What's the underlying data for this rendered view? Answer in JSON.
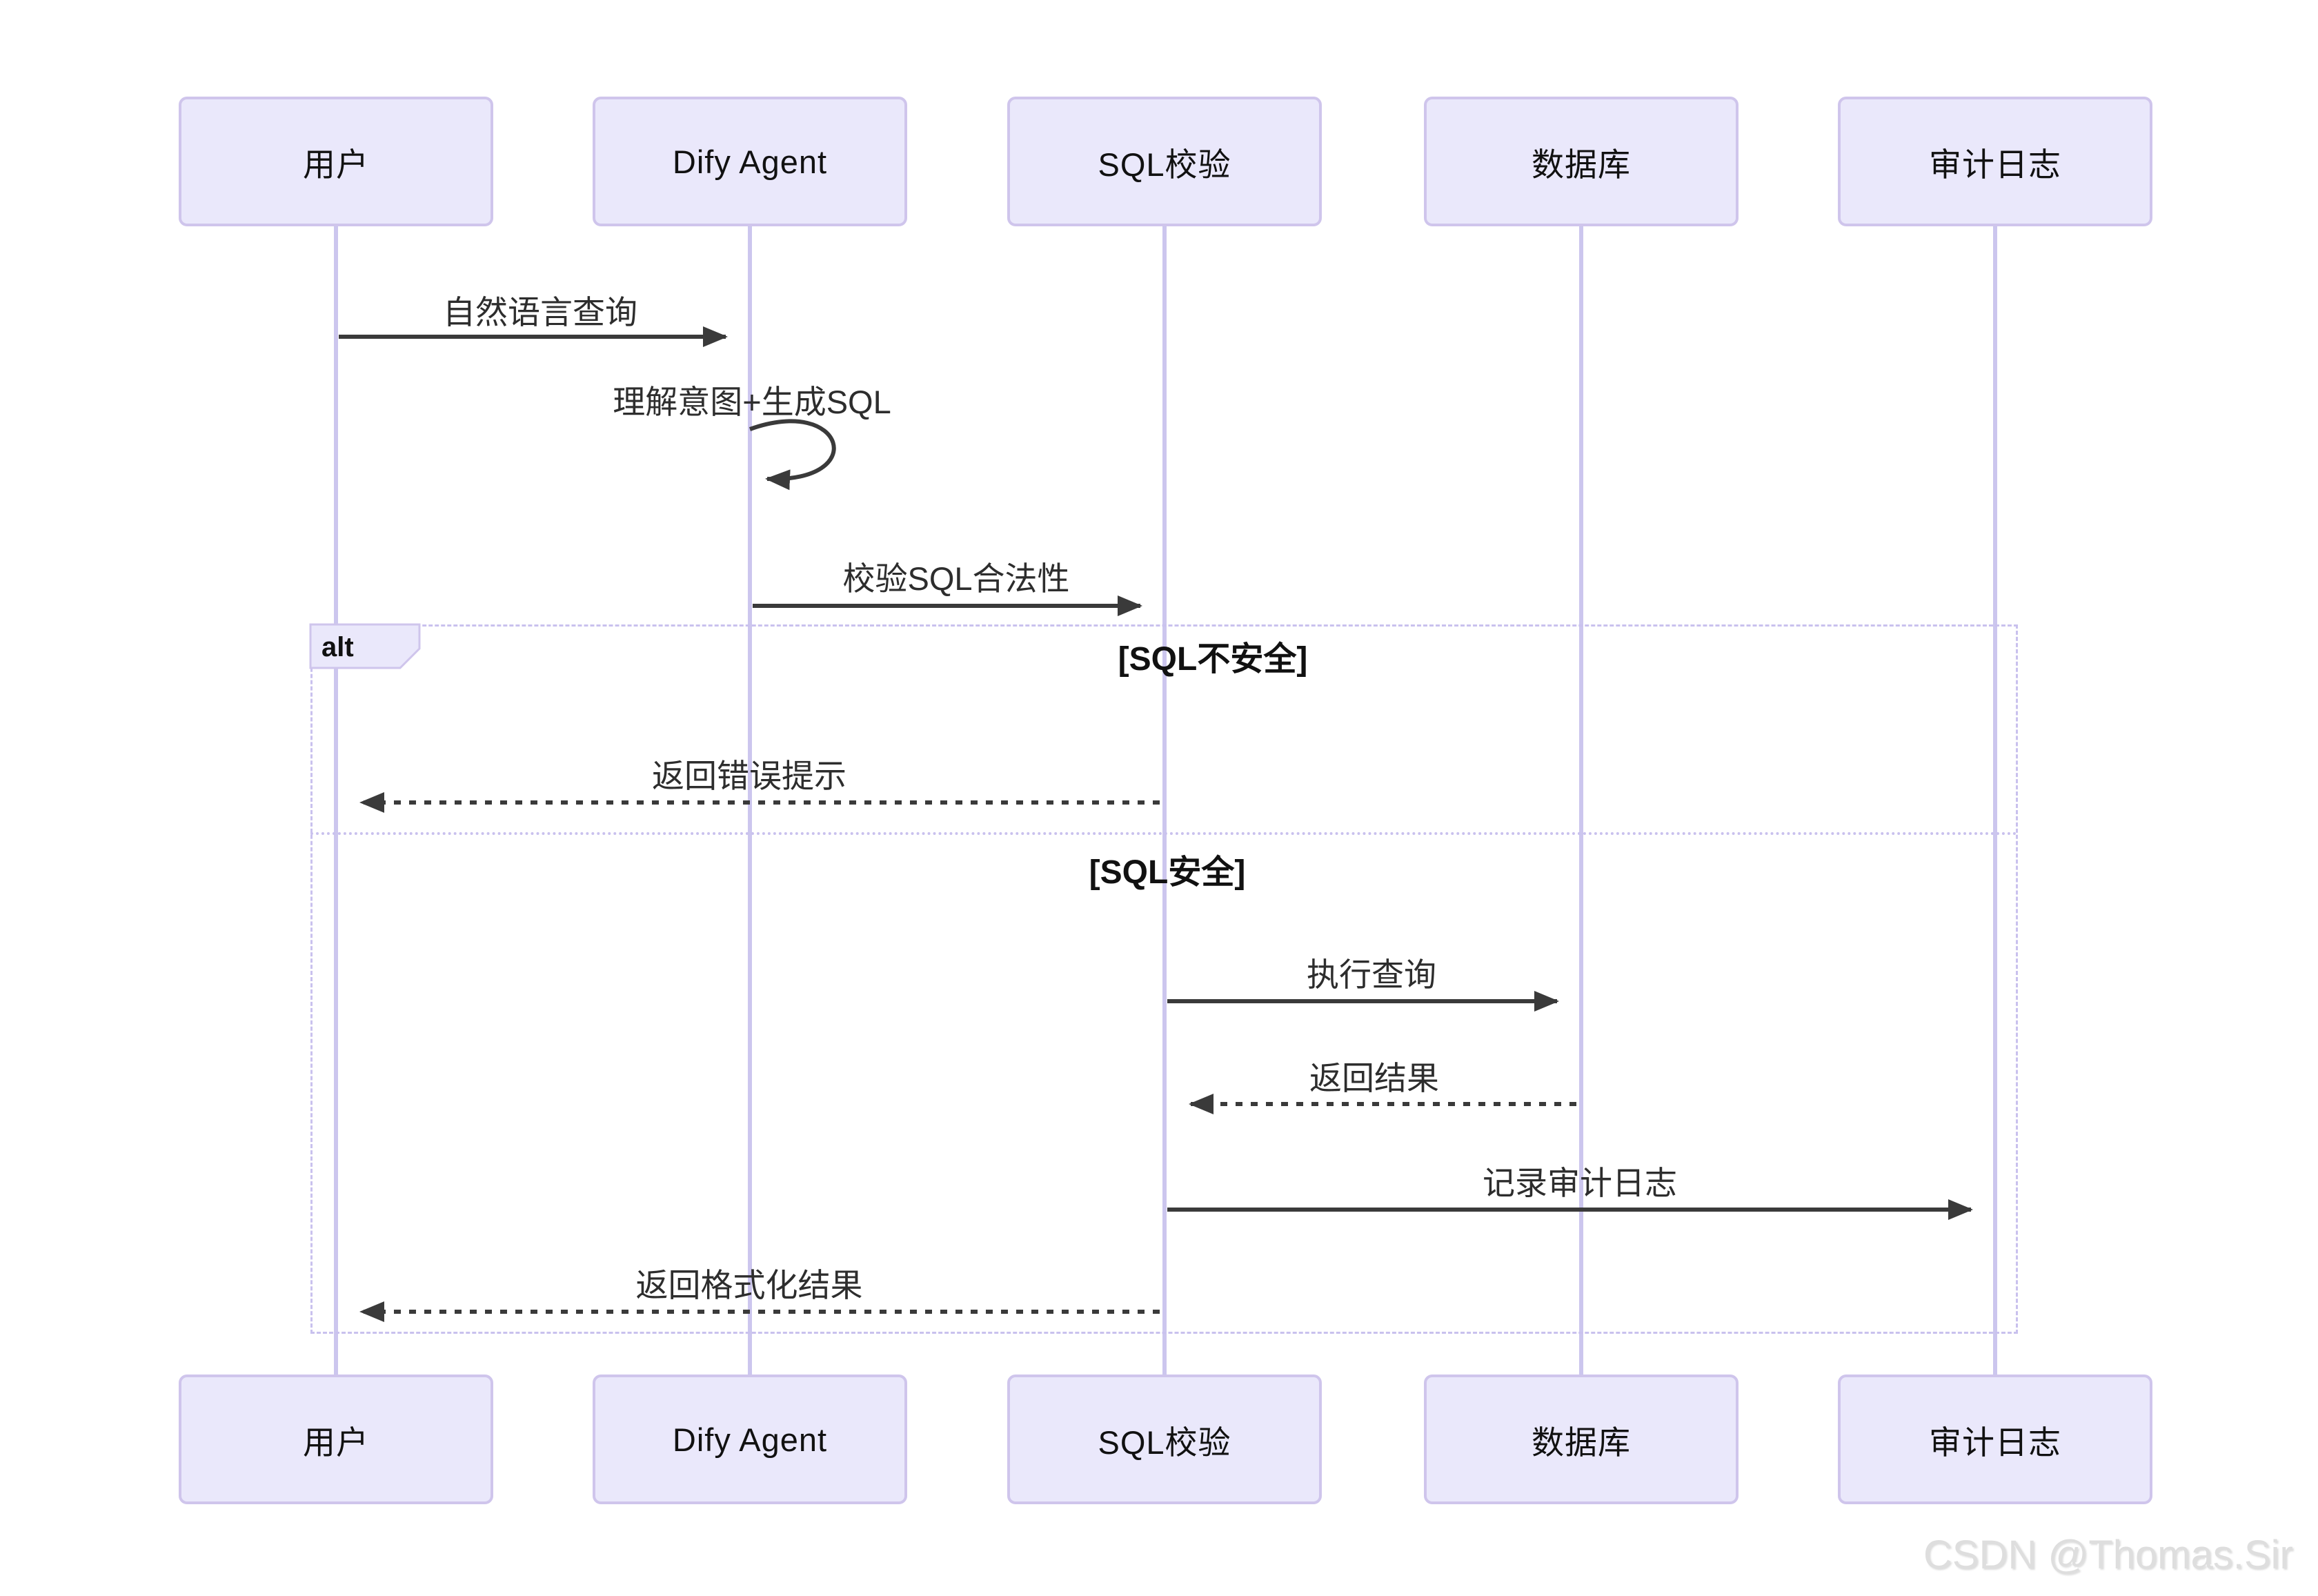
{
  "participants": [
    {
      "label": "用户"
    },
    {
      "label": "Dify Agent"
    },
    {
      "label": "SQL校验"
    },
    {
      "label": "数据库"
    },
    {
      "label": "审计日志"
    }
  ],
  "messages": {
    "m1": "自然语言查询",
    "self1": "理解意图+生成SQL",
    "m2": "校验SQL合法性",
    "m3": "返回错误提示",
    "m4": "执行查询",
    "m5": "返回结果",
    "m6": "记录审计日志",
    "m7": "返回格式化结果"
  },
  "alt": {
    "operator": "alt",
    "guard_unsafe": "[SQL不安全]",
    "guard_safe": "[SQL安全]"
  },
  "watermark": {
    "text": "CSDN @Thomas.Sir"
  },
  "colors": {
    "actor_fill": "#EAE8FB",
    "actor_border": "#CFC5EC",
    "lifeline": "#CCC6EE",
    "frame_border": "#C9C1EE",
    "arrow": "#3a3a3a",
    "text": "#111111",
    "watermark": "#dedede"
  }
}
